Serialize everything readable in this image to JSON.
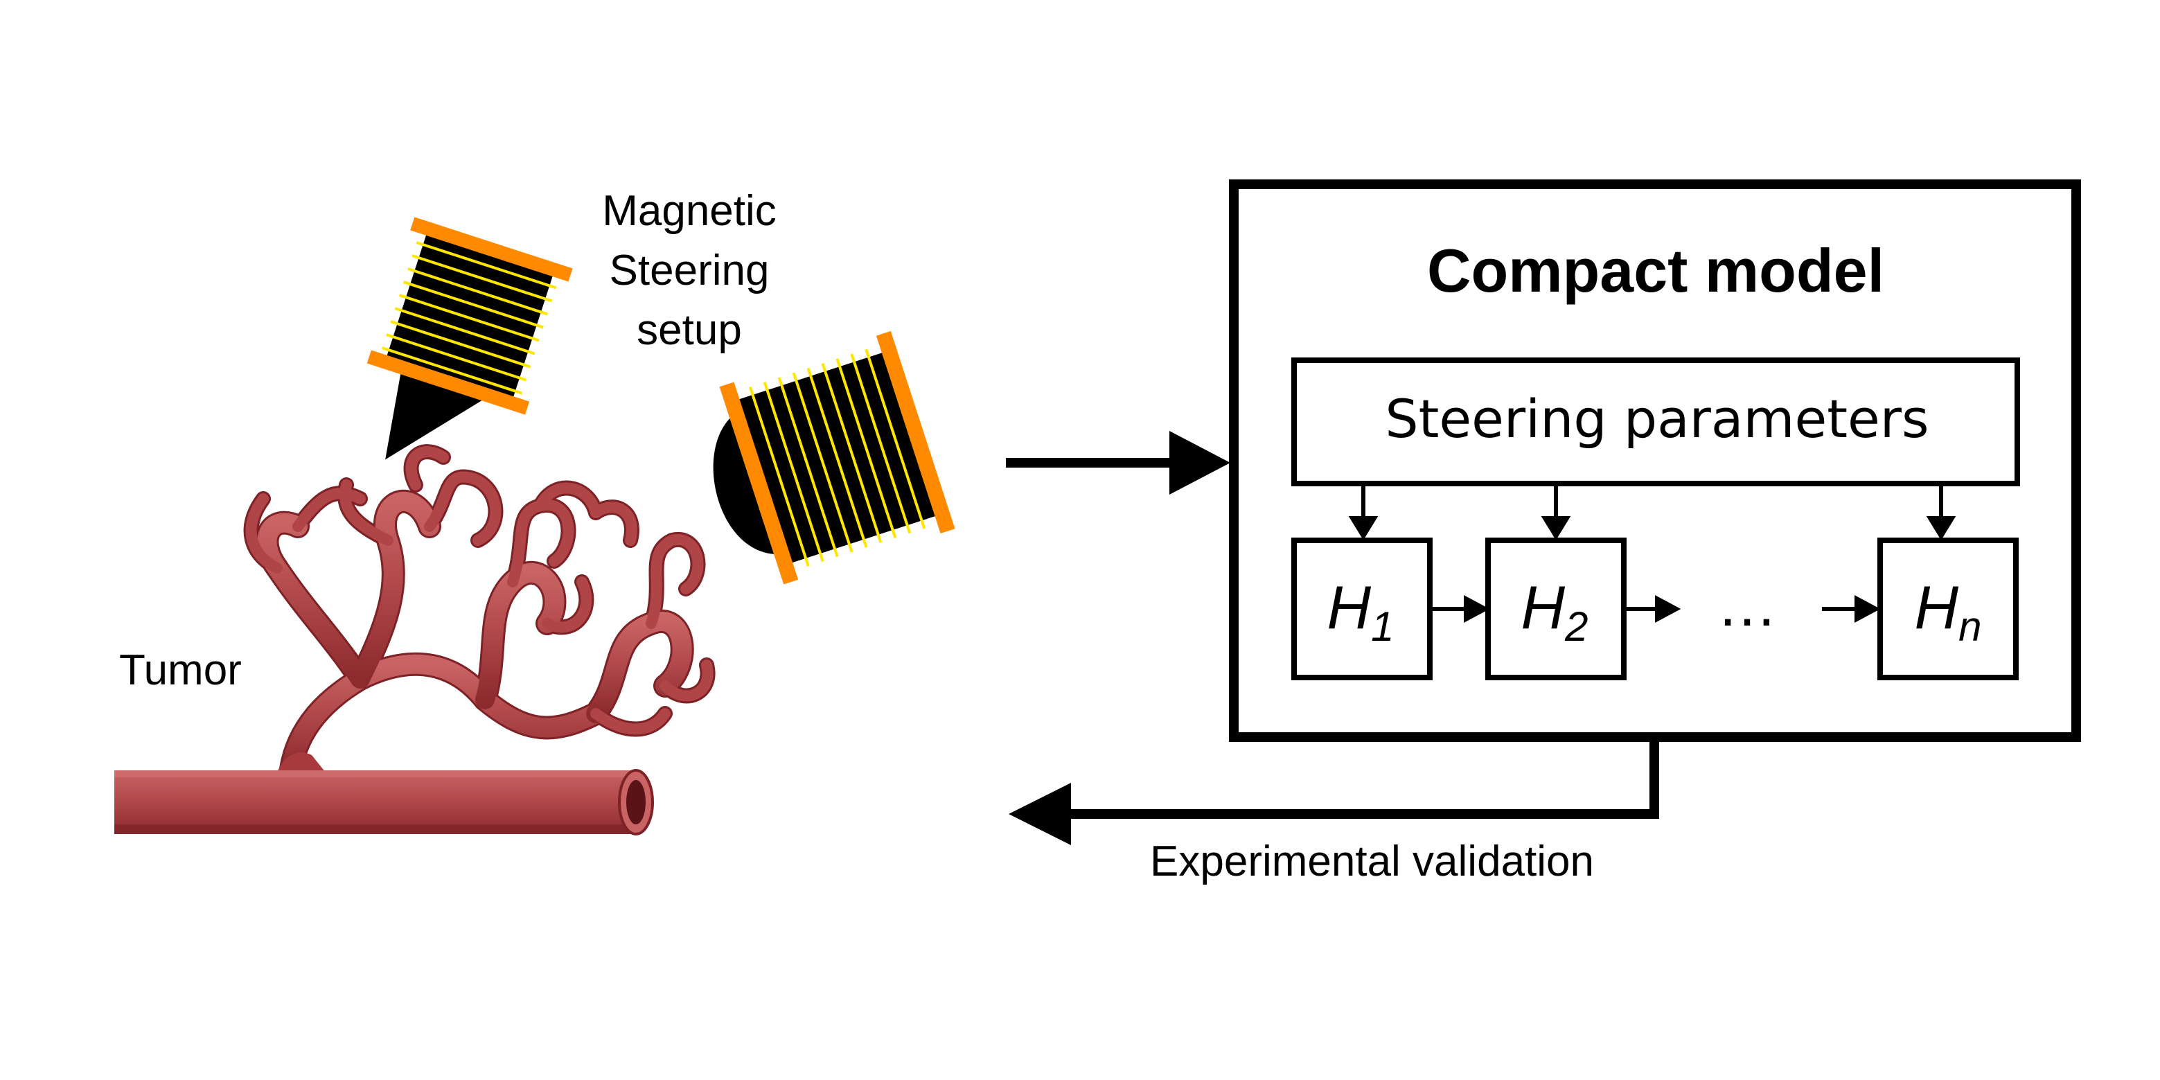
{
  "labels": {
    "setup": "Magnetic Steering setup",
    "tumor": "Tumor",
    "validation": "Experimental validation"
  },
  "model": {
    "title": "Compact model",
    "parameters": "Steering parameters",
    "blocks": [
      {
        "symbol": "H",
        "subscript": "1"
      },
      {
        "symbol": "H",
        "subscript": "2"
      },
      {
        "symbol": "H",
        "subscript": "n"
      }
    ],
    "ellipsis": "…"
  },
  "colors": {
    "vessel": "#a83a3d",
    "vessel_light": "#c15a5c",
    "vessel_dark": "#7d2226",
    "coil_frame": "#ff8a00",
    "coil_winding": "#ffe600",
    "ink": "#000000"
  },
  "icons": [
    "electromagnetic-coil-icon",
    "blood-vessel-icon"
  ]
}
